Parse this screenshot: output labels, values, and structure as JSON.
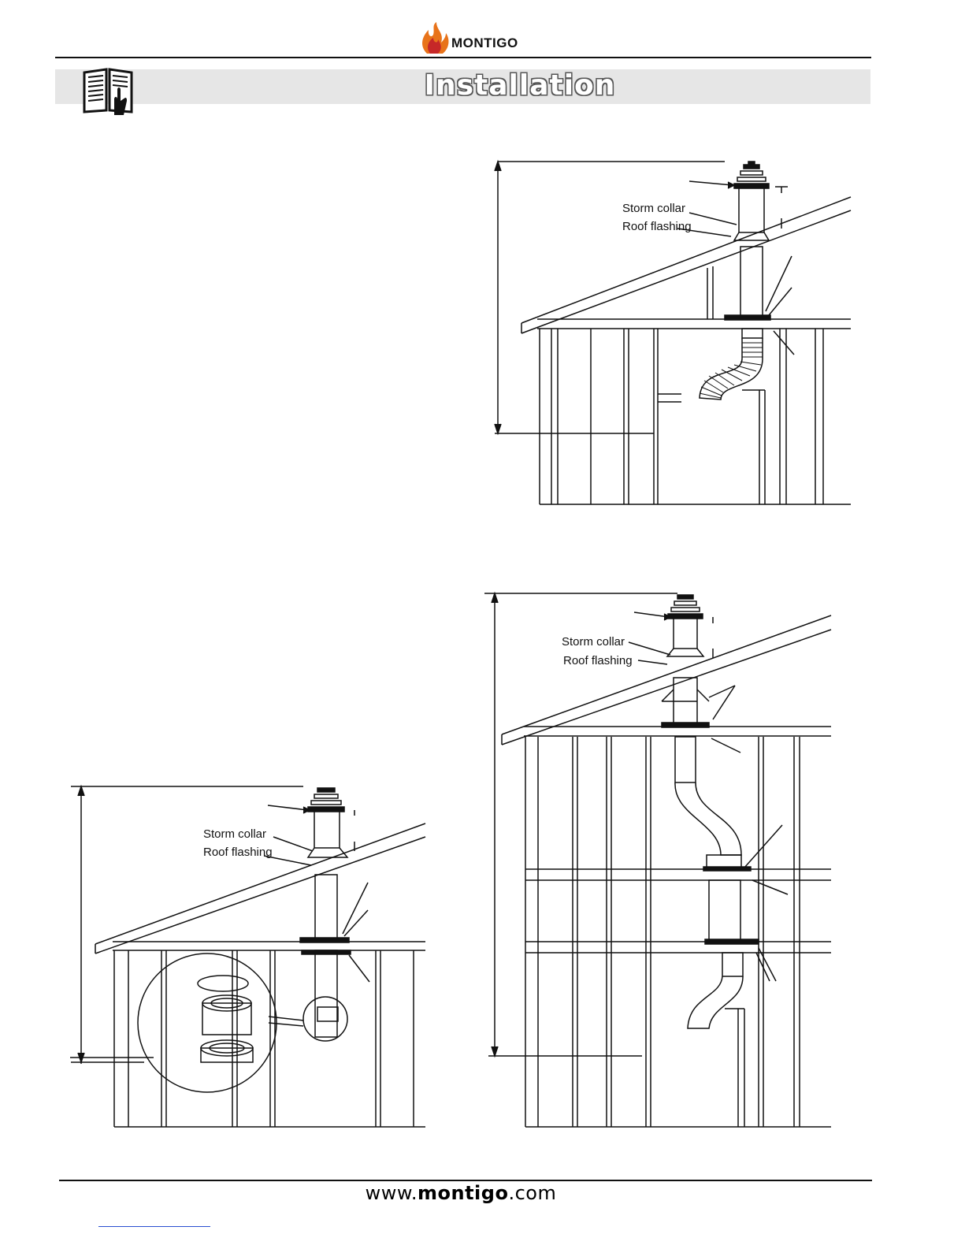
{
  "header": {
    "brand": "MONTIGO",
    "section_title": "Installation",
    "manual_icon": "manual-hand-icon",
    "flame_icon": "flame-icon"
  },
  "figures": {
    "top_right": {
      "storm_collar": "Storm collar",
      "roof_flashing": "Roof flashing"
    },
    "bottom_left": {
      "storm_collar": "Storm collar",
      "roof_flashing": "Roof flashing"
    },
    "bottom_right": {
      "storm_collar": "Storm collar",
      "roof_flashing": "Roof flashing"
    }
  },
  "footer": {
    "url_prefix": "www.",
    "url_brand": "montigo",
    "url_suffix": ".com"
  },
  "colors": {
    "flame_orange": "#e8731a",
    "flame_red": "#c62828",
    "banner_gray": "#e6e6e6",
    "link_blue": "#2a4fd1"
  }
}
